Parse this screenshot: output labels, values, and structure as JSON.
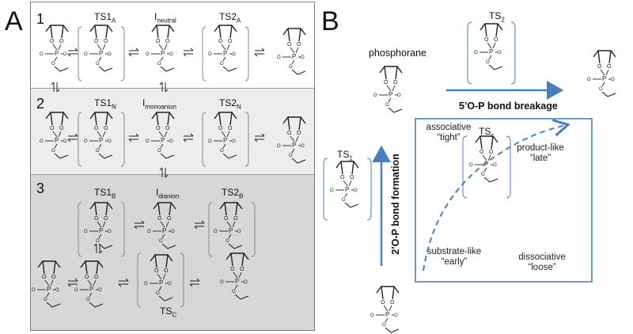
{
  "panel_a": {
    "letter": "A",
    "rows": [
      {
        "num": "1",
        "ts1": {
          "base": "TS1",
          "sub": "A"
        },
        "mid": {
          "base": "I",
          "sub": "neutral"
        },
        "ts2": {
          "base": "TS2",
          "sub": "A"
        }
      },
      {
        "num": "2",
        "ts1": {
          "base": "TS1",
          "sub": "N"
        },
        "mid": {
          "base": "I",
          "sub": "monoanion"
        },
        "ts2": {
          "base": "TS2",
          "sub": "N"
        }
      },
      {
        "num": "3",
        "ts1": {
          "base": "TS1",
          "sub": "B"
        },
        "mid": {
          "base": "I",
          "sub": "dianion"
        },
        "ts2": {
          "base": "TS2",
          "sub": "B"
        }
      }
    ],
    "tsc": {
      "base": "TS",
      "sub": "C"
    }
  },
  "panel_b": {
    "letter": "B",
    "phosphorane": "phosphorane",
    "ts2": {
      "base": "TS",
      "sub": "2"
    },
    "ts1": {
      "base": "TS",
      "sub": "1"
    },
    "tsc": {
      "base": "TS",
      "sub": "c"
    },
    "bond_breakage": "5’O-P bond breakage",
    "bond_formation": "2’O-P bond formation",
    "associative": [
      "associative",
      "“tight”"
    ],
    "product_like": [
      "product-like",
      "“late”"
    ],
    "substrate_like": [
      "substrate-like",
      "“early”"
    ],
    "dissociative": [
      "dissociative",
      "“loose”"
    ]
  },
  "colors": {
    "accent": "#4a7ebb",
    "row1": "#ffffff",
    "row2": "#ededed",
    "row3": "#d7d7d7",
    "border": "#7a7a7a"
  }
}
